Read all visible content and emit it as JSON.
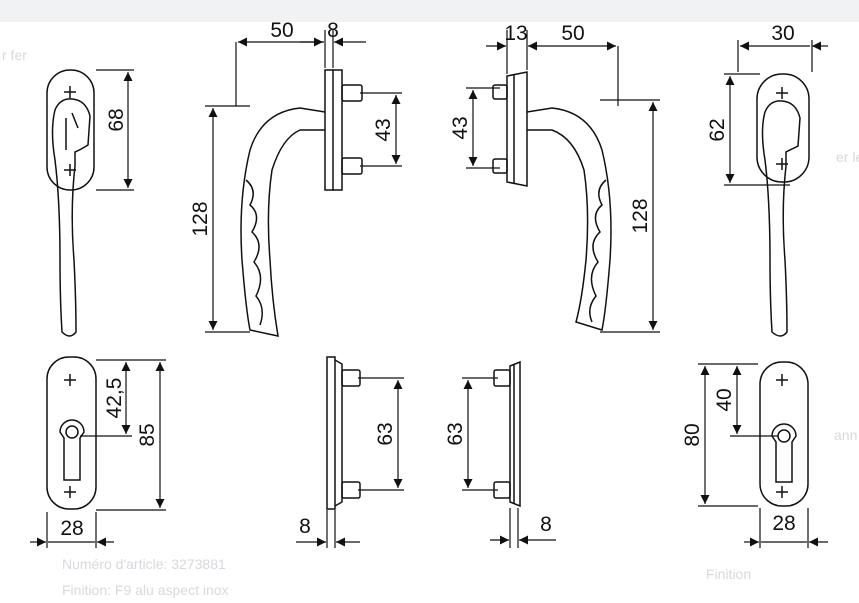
{
  "dimensions": {
    "v1_height": "68",
    "v2_width_left": "50",
    "v2_width_rose": "8",
    "v2_spacing": "43",
    "v2_height": "128",
    "v3_width_rose": "13",
    "v3_width_right": "50",
    "v3_spacing": "43",
    "v3_height": "128",
    "v4_width": "30",
    "v4_height": "62",
    "p1_offset": "42,5",
    "p1_height": "85",
    "p1_width": "28",
    "p2_spacing": "63",
    "p2_thickness": "8",
    "p3_spacing": "63",
    "p3_thickness": "8",
    "p4_height": "80",
    "p4_offset": "40",
    "p4_width": "28"
  },
  "faded_text": {
    "left_edge": "r fer",
    "right_edge": "er le",
    "right_edge_2": "ann",
    "article_number": "Numéro d'article: 3273881",
    "finish": "Finition: F9 alu aspect inox",
    "finish_right": "Finition"
  },
  "colors": {
    "line": "#111111",
    "ghost_text": "#d6d9de",
    "band": "#f1f2f4"
  }
}
